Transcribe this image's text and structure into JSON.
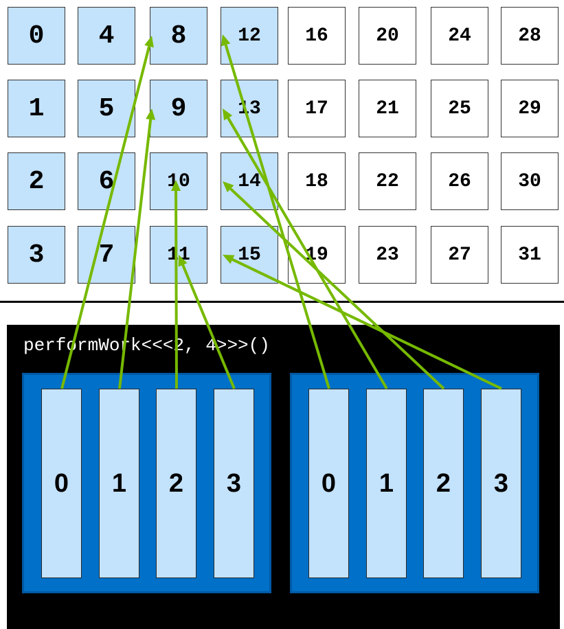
{
  "launch_text": "performWork<<<2, 4>>>()",
  "colors": {
    "highlight_cell": "#c3e2fb",
    "block": "#0070c8",
    "block_border": "#005aa6",
    "arrow": "#76b900",
    "background_gpu": "#000000"
  },
  "grid": {
    "rows": [
      [
        "0",
        "4",
        "8",
        "12",
        "16",
        "20",
        "24",
        "28"
      ],
      [
        "1",
        "5",
        "9",
        "13",
        "17",
        "21",
        "25",
        "29"
      ],
      [
        "2",
        "6",
        "10",
        "14",
        "18",
        "22",
        "26",
        "30"
      ],
      [
        "3",
        "7",
        "11",
        "15",
        "19",
        "23",
        "27",
        "31"
      ]
    ],
    "highlighted": [
      "0",
      "1",
      "2",
      "3",
      "4",
      "5",
      "6",
      "7",
      "8",
      "9",
      "10",
      "11",
      "12",
      "13",
      "14",
      "15"
    ]
  },
  "blocks": [
    {
      "threads": [
        "0",
        "1",
        "2",
        "3"
      ]
    },
    {
      "threads": [
        "0",
        "1",
        "2",
        "3"
      ]
    }
  ],
  "arrow_mappings": [
    {
      "block": 0,
      "thread": 0,
      "target": "8"
    },
    {
      "block": 0,
      "thread": 1,
      "target": "9"
    },
    {
      "block": 0,
      "thread": 2,
      "target": "10"
    },
    {
      "block": 0,
      "thread": 3,
      "target": "11"
    },
    {
      "block": 1,
      "thread": 0,
      "target": "12"
    },
    {
      "block": 1,
      "thread": 1,
      "target": "13"
    },
    {
      "block": 1,
      "thread": 2,
      "target": "14"
    },
    {
      "block": 1,
      "thread": 3,
      "target": "15"
    }
  ]
}
